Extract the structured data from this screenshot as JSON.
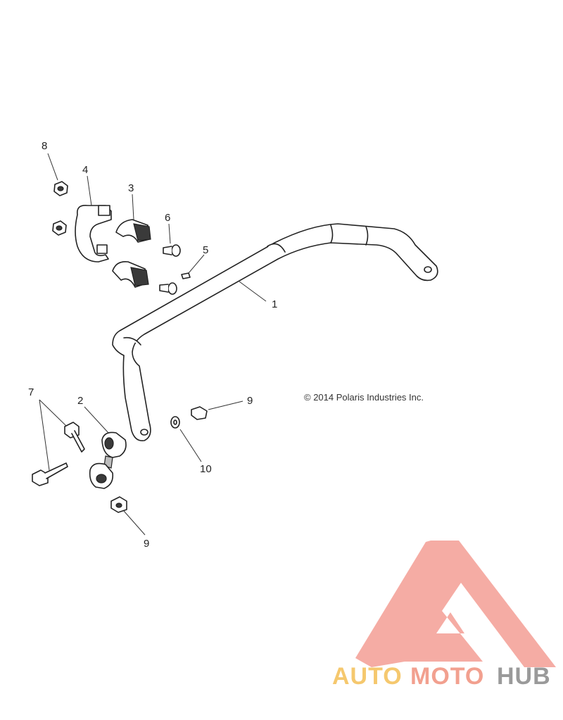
{
  "callouts": {
    "c1": "1",
    "c2": "2",
    "c3": "3",
    "c4": "4",
    "c5": "5",
    "c6": "6",
    "c7": "7",
    "c8": "8",
    "c9a": "9",
    "c9b": "9",
    "c10": "10"
  },
  "copyright": "© 2014 Polaris Industries Inc.",
  "watermark": {
    "part1": "AUTO",
    "part2": "MOTO",
    "part3": "HUB",
    "colors": {
      "auto": "#f5c86e",
      "moto": "#f2a08f",
      "hub": "#9a9a9a",
      "triangle": "#f4a39a"
    }
  }
}
